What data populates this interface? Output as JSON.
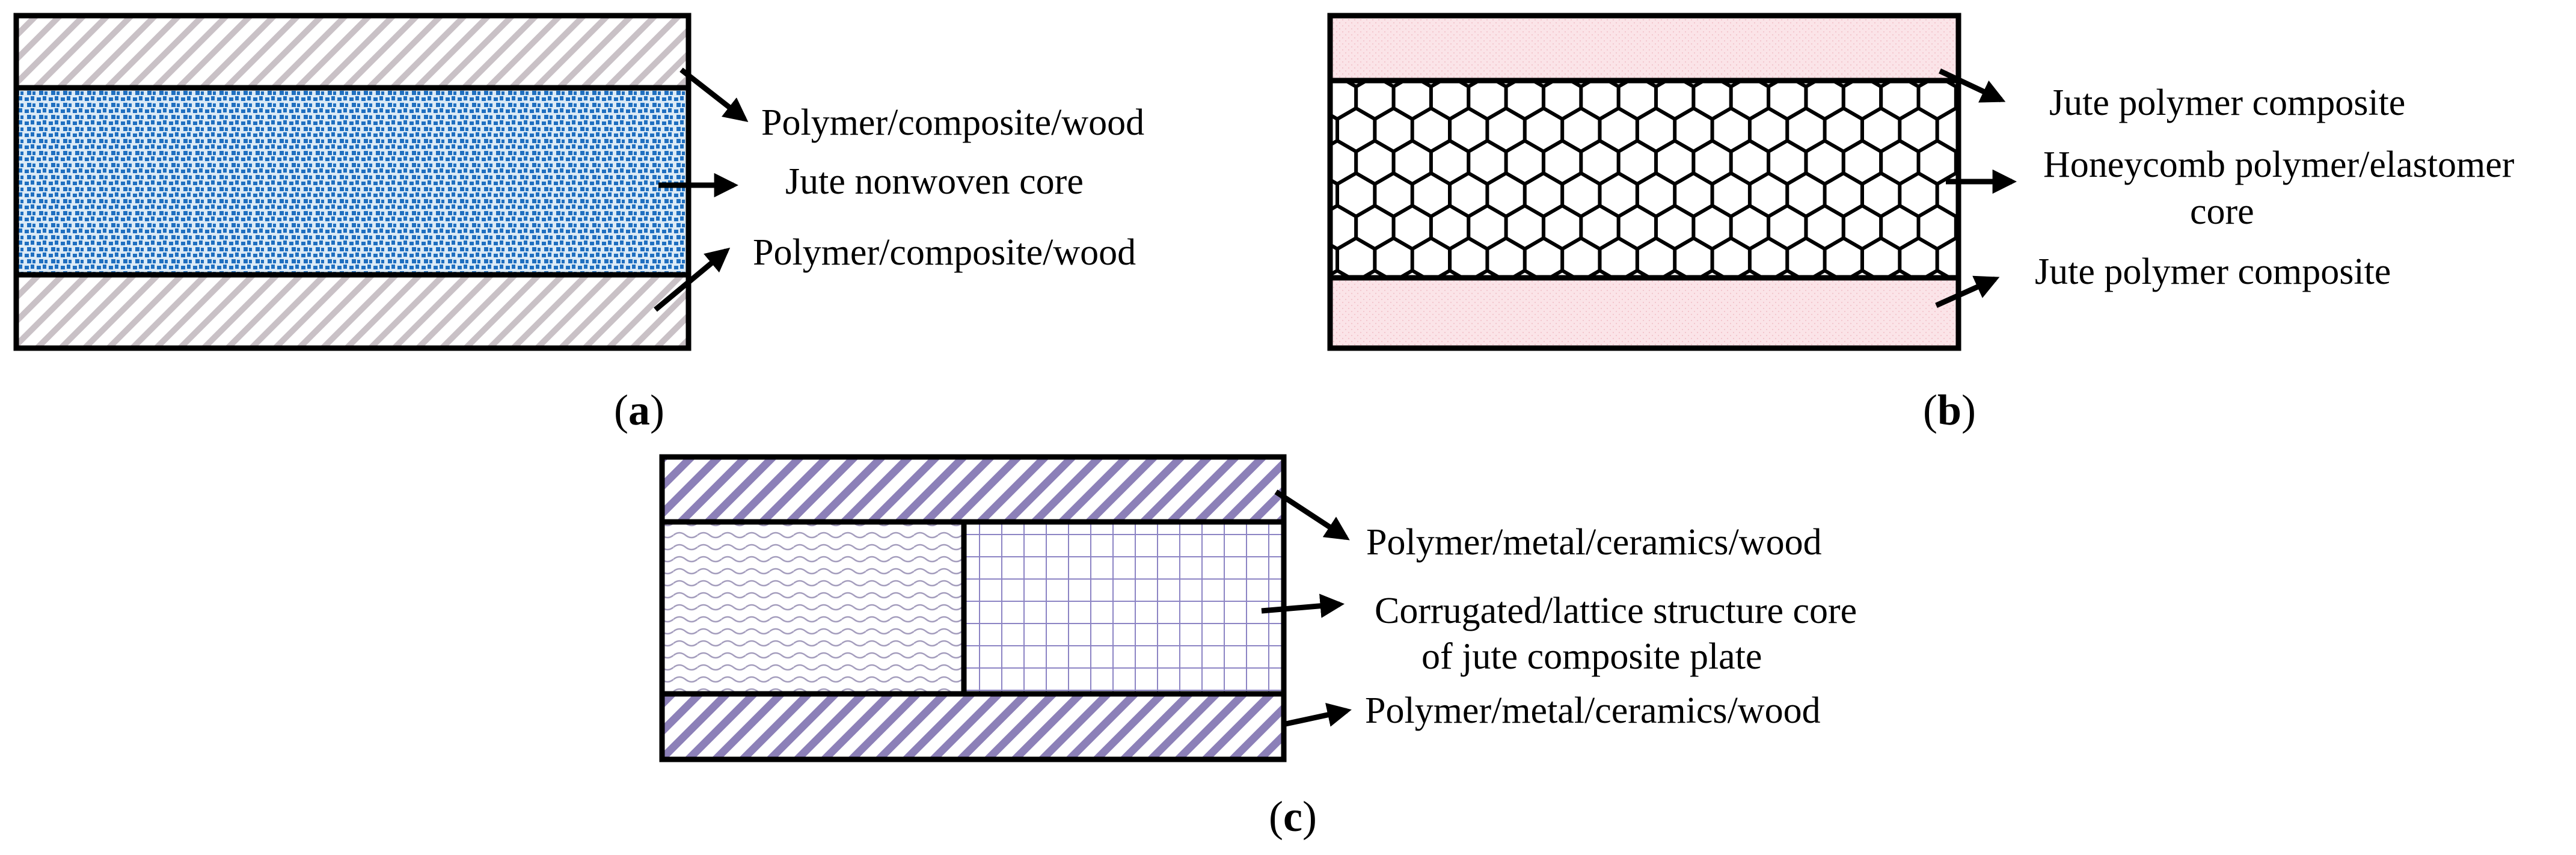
{
  "panels": {
    "a": {
      "caption_prefix": "(",
      "caption_letter": "a",
      "caption_suffix": ")",
      "labels": {
        "top_layer": "Polymer/composite/wood",
        "core": "Jute nonwoven core",
        "bottom_layer": "Polymer/composite/wood"
      }
    },
    "b": {
      "caption_prefix": "(",
      "caption_letter": "b",
      "caption_suffix": ")",
      "labels": {
        "top_layer": "Jute polymer composite",
        "core_line1": "Honeycomb polymer/elastomer",
        "core_line2": "core",
        "bottom_layer": "Jute polymer composite"
      }
    },
    "c": {
      "caption_prefix": "(",
      "caption_letter": "c",
      "caption_suffix": ")",
      "labels": {
        "top_layer": "Polymer/metal/ceramics/wood",
        "core_line1": "Corrugated/lattice structure core",
        "core_line2": "of jute composite plate",
        "bottom_layer": "Polymer/metal/ceramics/wood"
      }
    }
  },
  "colors": {
    "outline": "#000000",
    "face_sheet_a_stripe": "#c9c1c6",
    "core_a_dots": "#1f6fc0",
    "core_a_background": "#dbeaf6",
    "face_sheet_b": "#fbe4e8",
    "honeycomb_cells": "#ffffff",
    "face_sheet_c_stripe": "#8c80b8",
    "core_c_wave": "#a49dbd",
    "core_c_grid": "#8c84c4"
  }
}
